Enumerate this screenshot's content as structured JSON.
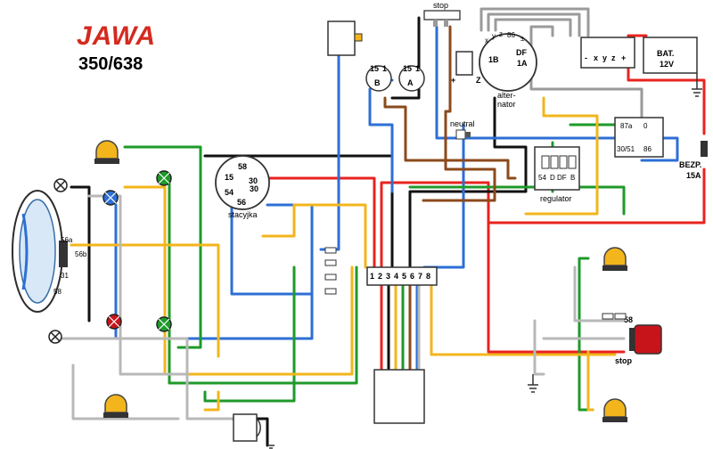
{
  "brand": {
    "logo_text": "JAWA",
    "model": "350/638",
    "logo_color": "#d42a1e"
  },
  "colors": {
    "red": "#e8231f",
    "black": "#111111",
    "blue": "#2d6fd6",
    "green": "#1e9a2a",
    "yellow": "#f2b51c",
    "brown": "#8b4a1c",
    "grey": "#9a9a9a",
    "white_wire": "#b8b8b8"
  },
  "labels": {
    "stop_switch": "stop",
    "stop_lamp": "stop",
    "neutral": "neutral",
    "regulator": "regulator",
    "ignition": "stacyjka",
    "battery": "BAT.",
    "battery_voltage": "12V",
    "fuse": "BEZP.",
    "fuse_rating": "15A",
    "alternator_line1": "alter-",
    "alternator_line2": "nator",
    "term_56a": "56a",
    "term_56b": "56b",
    "term_31": "31",
    "term_58_headlight": "58",
    "term_58_rear": "58",
    "coil_b_top": "15",
    "coil_b_side": "1",
    "coil_b_letter": "B",
    "coil_a_top": "15",
    "coil_a_side": "1",
    "coil_a_letter": "A",
    "cap_plus": "+",
    "cap_z": "Z",
    "alt_x": "x",
    "alt_y": "y",
    "alt_z": "z",
    "alt_86": "86",
    "alt_pm": "±",
    "alt_1b": "1B",
    "alt_df": "DF",
    "alt_1a": "1A",
    "rect_minus": "-",
    "rect_x": "x",
    "rect_y": "y",
    "rect_z": "z",
    "rect_plus": "+",
    "relay_87a": "87a",
    "relay_0": "0",
    "relay_3051": "30/51",
    "relay_86": "86",
    "reg_54": "54",
    "reg_d": "D",
    "reg_df": "DF",
    "reg_b": "B",
    "ign_58": "58",
    "ign_15": "15",
    "ign_30": "30",
    "ign_54": "54",
    "ign_56": "56",
    "ign_30b": "30",
    "conn_1": "1",
    "conn_2": "2",
    "conn_3": "3",
    "conn_4": "4",
    "conn_5": "5",
    "conn_6": "6",
    "conn_7": "7",
    "conn_8": "8"
  }
}
